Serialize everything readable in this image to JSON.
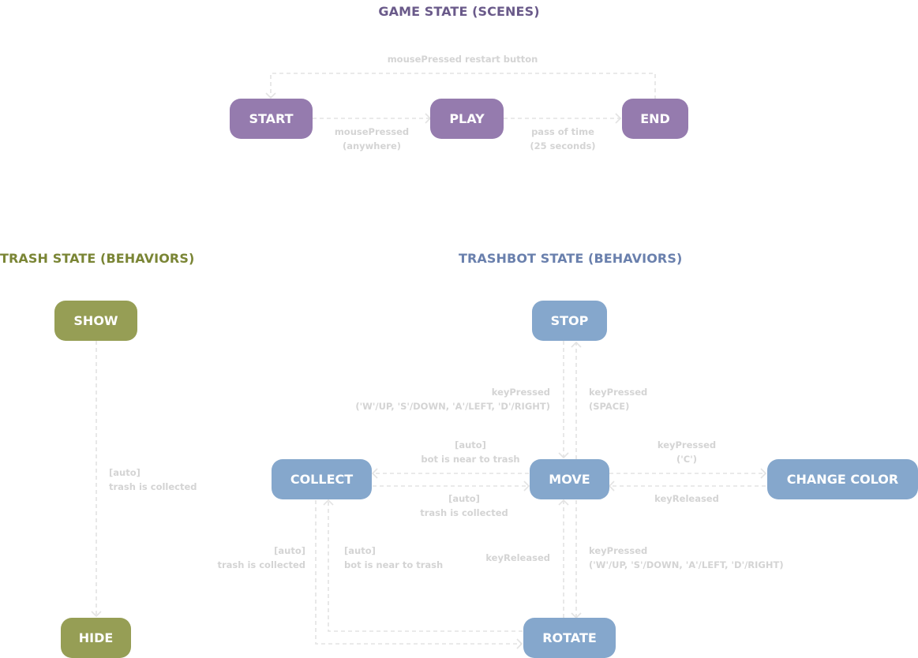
{
  "colors": {
    "game_title": "#6a5a8a",
    "trash_title": "#7a8535",
    "trashbot_title": "#6a80ad",
    "game_node": "#957bae",
    "trash_node": "#969e55",
    "trashbot_node": "#85a7cc",
    "edge": "#e3e3e3",
    "edge_label": "#d4d4d4"
  },
  "game_state": {
    "title": "GAME STATE (SCENES)",
    "nodes": {
      "start": "START",
      "play": "PLAY",
      "end": "END"
    },
    "edges": {
      "restart": [
        "mousePressed restart button"
      ],
      "start_play": [
        "mousePressed",
        "(anywhere)"
      ],
      "play_end": [
        "pass of time",
        "(25 seconds)"
      ]
    }
  },
  "trash_state": {
    "title": "TRASH STATE (BEHAVIORS)",
    "nodes": {
      "show": "SHOW",
      "hide": "HIDE"
    },
    "edges": {
      "show_hide": [
        "[auto]",
        "trash is collected"
      ]
    }
  },
  "trashbot_state": {
    "title": "TRASHBOT STATE (BEHAVIORS)",
    "nodes": {
      "stop": "STOP",
      "move": "MOVE",
      "collect": "COLLECT",
      "change_color": "CHANGE COLOR",
      "rotate": "ROTATE"
    },
    "edges": {
      "stop_move": [
        "keyPressed",
        "('W'/UP, 'S'/DOWN, 'A'/LEFT, 'D'/RIGHT)"
      ],
      "move_stop": [
        "keyPressed",
        "(SPACE)"
      ],
      "move_collect": [
        "[auto]",
        "bot is near to trash"
      ],
      "collect_move": [
        "[auto]",
        "trash is collected"
      ],
      "move_change_color": [
        "keyPressed",
        "('C')"
      ],
      "change_color_move": [
        "keyReleased"
      ],
      "collect_rotate": [
        "[auto]",
        "trash is collected"
      ],
      "rotate_collect": [
        "[auto]",
        "bot is near to trash"
      ],
      "rotate_move": [
        "keyReleased"
      ],
      "move_rotate": [
        "keyPressed",
        "('W'/UP, 'S'/DOWN, 'A'/LEFT, 'D'/RIGHT)"
      ]
    }
  }
}
